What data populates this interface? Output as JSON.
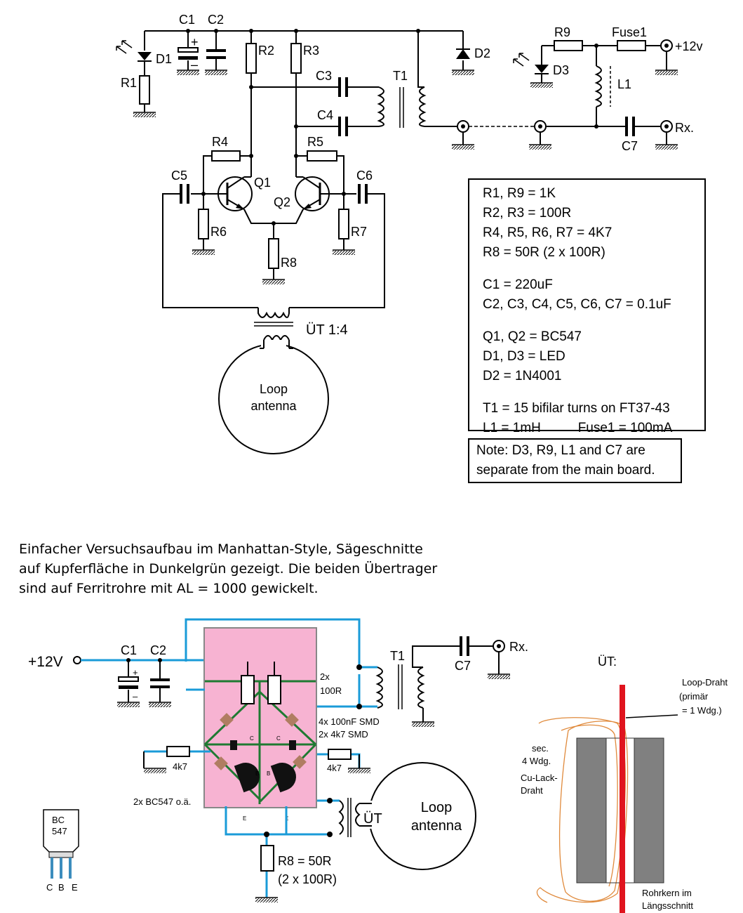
{
  "schematic": {
    "labels": {
      "c1": "C1",
      "c2": "C2",
      "c3": "C3",
      "c4": "C4",
      "c5": "C5",
      "c6": "C6",
      "c7": "C7",
      "r1": "R1",
      "r2": "R2",
      "r3": "R3",
      "r4": "R4",
      "r5": "R5",
      "r6": "R6",
      "r7": "R7",
      "r8": "R8",
      "r9": "R9",
      "d1": "D1",
      "d2": "D2",
      "d3": "D3",
      "q1": "Q1",
      "q2": "Q2",
      "t1": "T1",
      "l1": "L1",
      "fuse1": "Fuse1",
      "plus12v": "+12v",
      "rx": "Rx.",
      "ut": "ÜT 1:4",
      "loop_line1": "Loop",
      "loop_line2": "antenna",
      "plus": "+",
      "minus": "–"
    },
    "parts_list": [
      "R1, R9 = 1K",
      "R2, R3 = 100R",
      "R4, R5, R6, R7 = 4K7",
      "R8 = 50R (2 x 100R)",
      "",
      "C1 = 220uF",
      "C2, C3, C4, C5, C6, C7 = 0.1uF",
      "",
      "Q1, Q2 = BC547",
      "D1, D3 = LED",
      "D2 = 1N4001",
      "",
      "T1 = 15 bifilar turns on FT37-43",
      "L1 = 1mH          Fuse1 = 100mA"
    ],
    "note": [
      "Note: D3, R9, L1 and C7 are",
      "separate from the main board."
    ]
  },
  "description": [
    "Einfacher Versuchsaufbau im Manhattan-Style, Sägeschnitte",
    "auf Kupferfläche in Dunkelgrün gezeigt. Die beiden Übertrager",
    "sind auf Ferritrohre mit AL = 1000 gewickelt."
  ],
  "layout": {
    "plus12v": "+12V",
    "c1": "C1",
    "c2": "C2",
    "t1": "T1",
    "c7": "C7",
    "rx": "Rx.",
    "r2x100": "2x",
    "r100": "100R",
    "smd1": "4x 100nF SMD",
    "smd2": "2x 4k7 SMD",
    "r4k7": "4k7",
    "bc547_note": "2x BC547 o.ä.",
    "bc": "BC",
    "n547": "547",
    "pin_c": "C",
    "pin_b": "B",
    "pin_e": "E",
    "ut": "ÜT",
    "loop_line1": "Loop",
    "loop_line2": "antenna",
    "r8_line1": "R8 = 50R",
    "r8_line2": "(2 x 100R)"
  },
  "detail": {
    "title": "ÜT:",
    "loop_wire": [
      "Loop-Draht",
      "(primär",
      "= 1 Wdg.)"
    ],
    "secondary": [
      "sec.",
      "4 Wdg.",
      "Cu-Lack-",
      "Draht"
    ],
    "core": [
      "Rohrkern im",
      "Längsschnitt"
    ]
  },
  "colors": {
    "wire_blue": "#1a9bd8",
    "board_pink": "#f7b3d2",
    "copper_cut": "#1f7a32",
    "smd_brown": "#b07d62",
    "primary_red": "#e0141e",
    "coil_orange": "#e08a3c",
    "core_gray": "#808080"
  }
}
